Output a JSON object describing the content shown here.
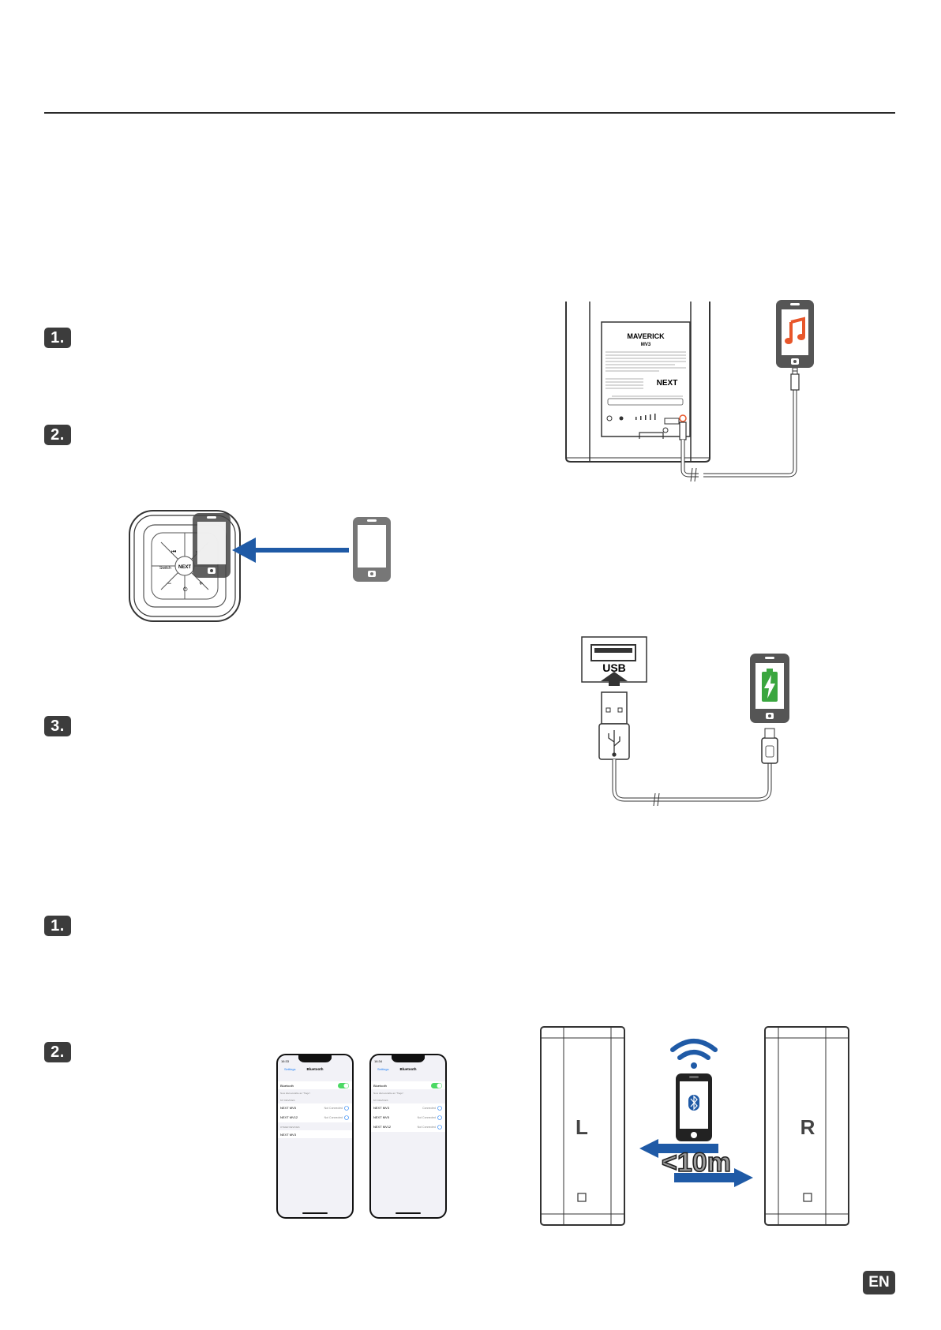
{
  "steps": {
    "s1a": "1.",
    "s2a": "2.",
    "s3": "3.",
    "s1b": "1.",
    "s2b": "2."
  },
  "language_badge": "EN",
  "speaker_label": {
    "brand": "MAVERICK",
    "model": "MV3",
    "logo": "NEXT"
  },
  "usb_port": {
    "label": "USB"
  },
  "phone_screens": [
    {
      "time": "16:33",
      "back": "Settings",
      "title": "Bluetooth",
      "toggle_label": "Bluetooth",
      "discoverable": "Now discoverable as \"Tiago\".",
      "my_devices_header": "MY DEVICES",
      "devices": [
        {
          "name": "NEXT MV5",
          "status": "Not Connected"
        },
        {
          "name": "NEXT MV12",
          "status": "Not Connected"
        }
      ],
      "other_header": "OTHER DEVICES",
      "other_devices": [
        "NEXT MV3"
      ]
    },
    {
      "time": "16:34",
      "back": "Settings",
      "title": "Bluetooth",
      "toggle_label": "Bluetooth",
      "discoverable": "Now discoverable as \"Tiago\".",
      "my_devices_header": "MY DEVICES",
      "devices": [
        {
          "name": "NEXT MV3",
          "status": "Connected"
        },
        {
          "name": "NEXT MV5",
          "status": "Not Connected"
        },
        {
          "name": "NEXT MV12",
          "status": "Not Connected"
        }
      ]
    }
  ],
  "tws": {
    "left_label": "L",
    "right_label": "R",
    "distance": "<10m"
  },
  "colors": {
    "accent_blue": "#1f5aa6",
    "badge_grey": "#3c3c3c",
    "music_orange": "#e8562a",
    "battery_green": "#3aa63f",
    "ios_toggle_green": "#4cd964"
  },
  "icons": {
    "music": "music-note-icon",
    "battery": "battery-charging-icon",
    "bluetooth": "bluetooth-icon",
    "wifi": "wireless-signal-icon",
    "usb": "usb-symbol-icon"
  }
}
